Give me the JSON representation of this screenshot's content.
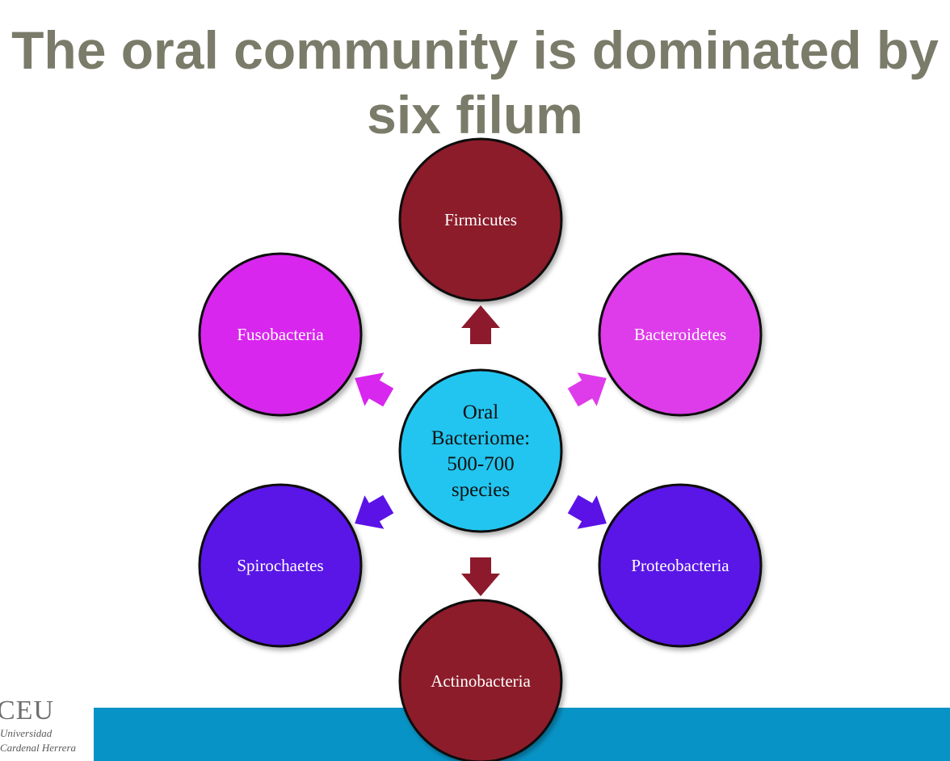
{
  "slide": {
    "title_line1": "The oral community is dominated by",
    "title_line2": "six filum"
  },
  "diagram": {
    "center": {
      "lines": [
        "Oral",
        "Bacteriome:",
        "500-700",
        "species"
      ],
      "color": "#22c5ef"
    },
    "nodes": [
      {
        "id": "firmicutes",
        "label": "Firmicutes",
        "color": "#8c1a2c"
      },
      {
        "id": "bacteroidetes",
        "label": "Bacteroidetes",
        "color": "#de3bea"
      },
      {
        "id": "proteobacteria",
        "label": "Proteobacteria",
        "color": "#5a12e6"
      },
      {
        "id": "actinobacteria",
        "label": "Actinobacteria",
        "color": "#8c1a2c"
      },
      {
        "id": "spirochaetes",
        "label": "Spirochaetes",
        "color": "#5a12e6"
      },
      {
        "id": "fusobacteria",
        "label": "Fusobacteria",
        "color": "#d827ee"
      }
    ]
  },
  "logo": {
    "brand": "CEU",
    "line1": "Universidad",
    "line2": "Cardenal Herrera"
  },
  "colors": {
    "title": "#7b7b6a",
    "band": "#0893c6",
    "outline": "#0a0a0a"
  }
}
